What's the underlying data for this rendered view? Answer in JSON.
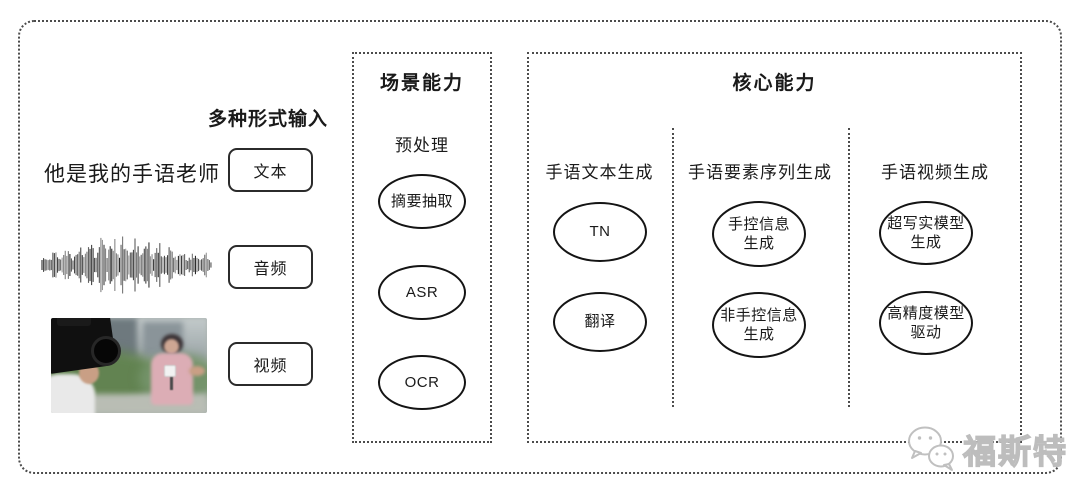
{
  "input_section": {
    "label": "多种形式输入",
    "text_sample": "他是我的手语老师",
    "tags": [
      "文本",
      "音频",
      "视频"
    ]
  },
  "scene_section": {
    "title": "场景能力",
    "subtitle": "预处理",
    "nodes": [
      "摘要抽取",
      "ASR",
      "OCR"
    ]
  },
  "core_section": {
    "title": "核心能力",
    "columns": [
      {
        "header": "手语文本生成",
        "nodes": [
          "TN",
          "翻译"
        ]
      },
      {
        "header": "手语要素序列生成",
        "nodes": [
          "手控信息\n生成",
          "非手控信息\n生成"
        ]
      },
      {
        "header": "手语视频生成",
        "nodes": [
          "超写实模型\n生成",
          "高精度模型\n驱动"
        ]
      }
    ]
  },
  "watermark": {
    "text": "福斯特",
    "icon": "chat-bubbles-icon",
    "color": "#bdbdbd"
  },
  "colors": {
    "line": "#141414",
    "dash_border": "#4c4c4c",
    "background": "#ffffff"
  }
}
